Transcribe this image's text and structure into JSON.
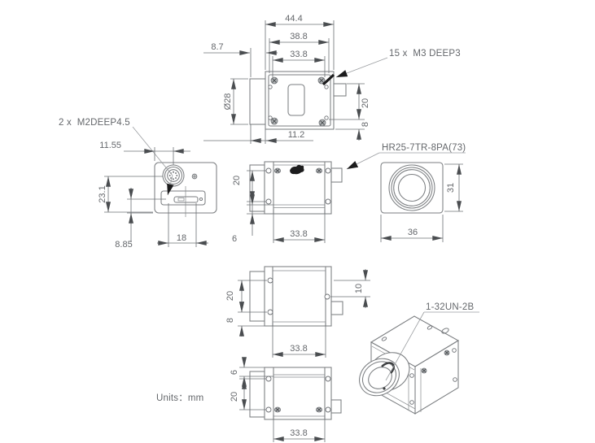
{
  "palette": {
    "outline_gray": "#7b7e81",
    "dimension_gray": "#6d7074",
    "text_gray": "#64676b",
    "arrow_dark": "#4a4d50",
    "ink_black": "#1c1c1d"
  },
  "units_label": "Units：mm",
  "callouts": {
    "m3_screws": "15 x  M3 DEEP3",
    "m2_screws": "2 x  M2DEEP4.5",
    "io_connector": "HR25-7TR-8PA(73)",
    "lens_thread": "1-32UN-2B"
  },
  "top_view": {
    "overall_length": "44.4",
    "plate_length": "38.8",
    "hole_span": "33.8",
    "lens_offset": "8.7",
    "lens_diameter": "Ø28",
    "lens_protrusion": "11.2",
    "hole_pitch": "20",
    "hole_to_edge": "8"
  },
  "rear_view": {
    "connector_offset": "11.55",
    "connector_height": "23.1",
    "slot_to_bottom": "8.85",
    "mount_hole_pitch": "18"
  },
  "side_view_top": {
    "hole_pitch": "20",
    "flange_height": "6",
    "hole_span": "33.8"
  },
  "front_view": {
    "body_height": "31",
    "body_width": "36"
  },
  "side_view_middle": {
    "hole_pitch": "20",
    "hole_to_edge": "8",
    "connector_offset": "10",
    "hole_span": "33.8"
  },
  "side_view_bottom": {
    "flange_height": "6",
    "hole_pitch": "20",
    "hole_span": "33.8"
  }
}
